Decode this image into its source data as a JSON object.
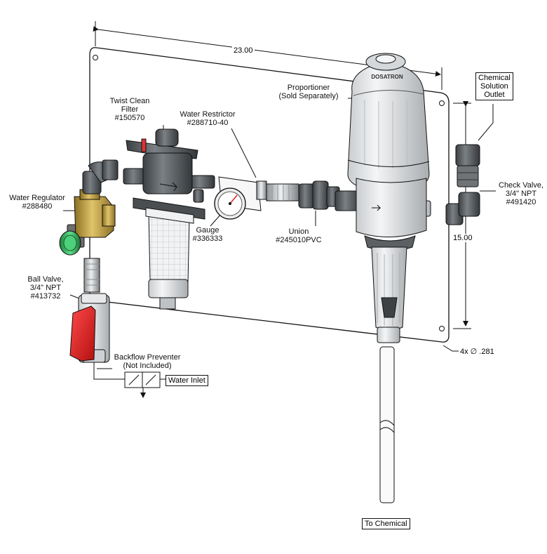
{
  "dimensions": {
    "width_label": "23.00",
    "height_label": "15.00",
    "hole_label": "4x ∅ .281"
  },
  "labels": {
    "twist_filter": [
      "Twist Clean",
      "Filter",
      "#150570"
    ],
    "water_restrictor": [
      "Water Restrictor",
      "#288710-40"
    ],
    "proportioner": [
      "Proportioner",
      "(Sold Separately)"
    ],
    "chemical_outlet": [
      "Chemical",
      "Solution",
      "Outlet"
    ],
    "water_regulator": [
      "Water Regulator",
      "#288480"
    ],
    "check_valve": [
      "Check Valve,",
      "3/4\" NPT",
      "#491420"
    ],
    "gauge": [
      "Gauge",
      "#336333"
    ],
    "union": [
      "Union",
      "#245010PVC"
    ],
    "ball_valve": [
      "Ball Valve,",
      "3/4\" NPT",
      "#413732"
    ],
    "backflow": [
      "Backflow Preventer",
      "(Not Included)"
    ],
    "water_inlet": "Water Inlet",
    "to_chemical": "To Chemical"
  },
  "brand": "DOSATRON",
  "colors": {
    "line": "#111111",
    "brass": "#b89a3a",
    "green_knob": "#33b35a",
    "red_handle": "#e01f1f",
    "dark_gray": "#55595c",
    "mid_gray": "#8a8e91",
    "light_gray": "#d9dbdd"
  }
}
